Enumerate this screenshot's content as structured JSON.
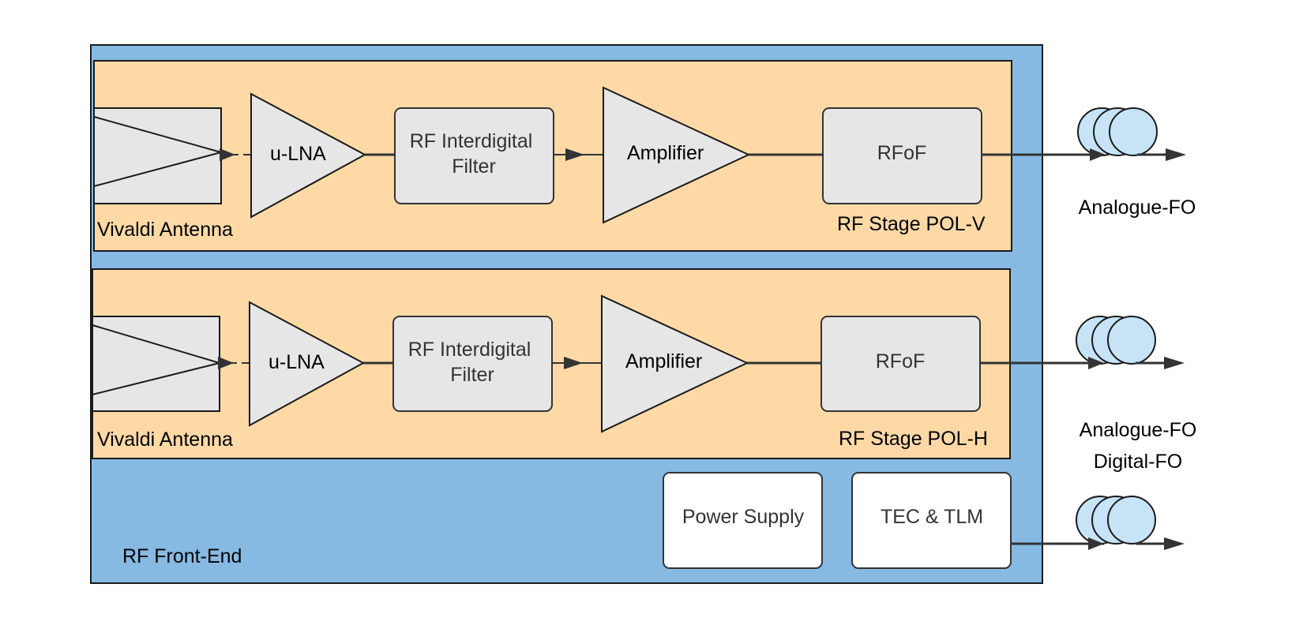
{
  "colors": {
    "frontend_fill": "#86bae3",
    "stage_fill": "#fed9a6",
    "block_fill": "#e6e6e6",
    "white_block_fill": "#ffffff",
    "fiber_fill": "#c7e4f7",
    "line": "#333333"
  },
  "frontend": {
    "label": "RF Front-End"
  },
  "stages": [
    {
      "label": "RF Stage POL-V",
      "antenna_label": "Vivaldi Antenna",
      "lna_label": "u-LNA",
      "filter_label_line1": "RF Interdigital",
      "filter_label_line2": "Filter",
      "amplifier_label": "Amplifier",
      "rfof_label": "RFoF"
    },
    {
      "label": "RF Stage POL-H",
      "antenna_label": "Vivaldi Antenna",
      "lna_label": "u-LNA",
      "filter_label_line1": "RF Interdigital",
      "filter_label_line2": "Filter",
      "amplifier_label": "Amplifier",
      "rfof_label": "RFoF"
    }
  ],
  "power_supply": {
    "label": "Power Supply"
  },
  "tec_tlm": {
    "label": "TEC & TLM"
  },
  "outputs": [
    {
      "label": "Analogue-FO"
    },
    {
      "label": "Analogue-FO"
    },
    {
      "label": "Digital-FO"
    }
  ]
}
